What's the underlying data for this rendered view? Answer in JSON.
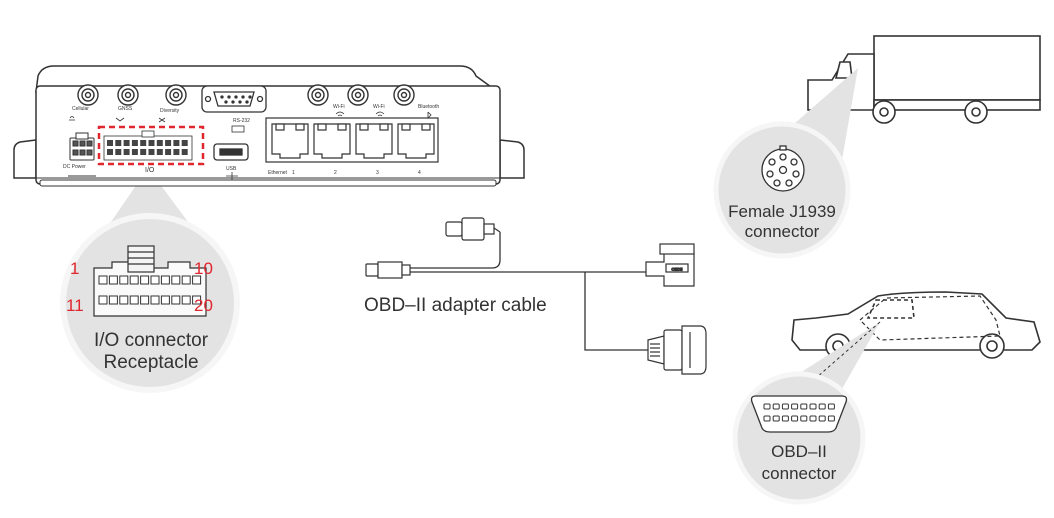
{
  "device": {
    "top_label": "",
    "port_labels": {
      "cellular": "Cellular",
      "gnss": "GNSS",
      "diversity": "Diversity",
      "rs232": "RS-232",
      "wifi_1": "Wi-Fi",
      "wifi_2": "Wi-Fi",
      "bluetooth": "Bluetooth",
      "dc_power": "DC Power",
      "io": "I/O",
      "usb": "USB",
      "ethernet": "Ethernet",
      "eth_1": "1",
      "eth_2": "2",
      "eth_3": "3",
      "eth_4": "4"
    }
  },
  "io_callout": {
    "pin_1": "1",
    "pin_10": "10",
    "pin_11": "11",
    "pin_20": "20",
    "title_line1": "I/O connector",
    "title_line2": "Receptacle"
  },
  "cable": {
    "label": "OBD–II adapter cable",
    "tag": "OBDII"
  },
  "truck_callout": {
    "line1": "Female J1939",
    "line2": "connector"
  },
  "car_callout": {
    "line1": "OBD–II",
    "line2": "connector"
  },
  "colors": {
    "line": "#333333",
    "highlight": "#e0262e",
    "callout_fill": "#e3e3e3",
    "callout_ring": "#f4f4f4"
  }
}
